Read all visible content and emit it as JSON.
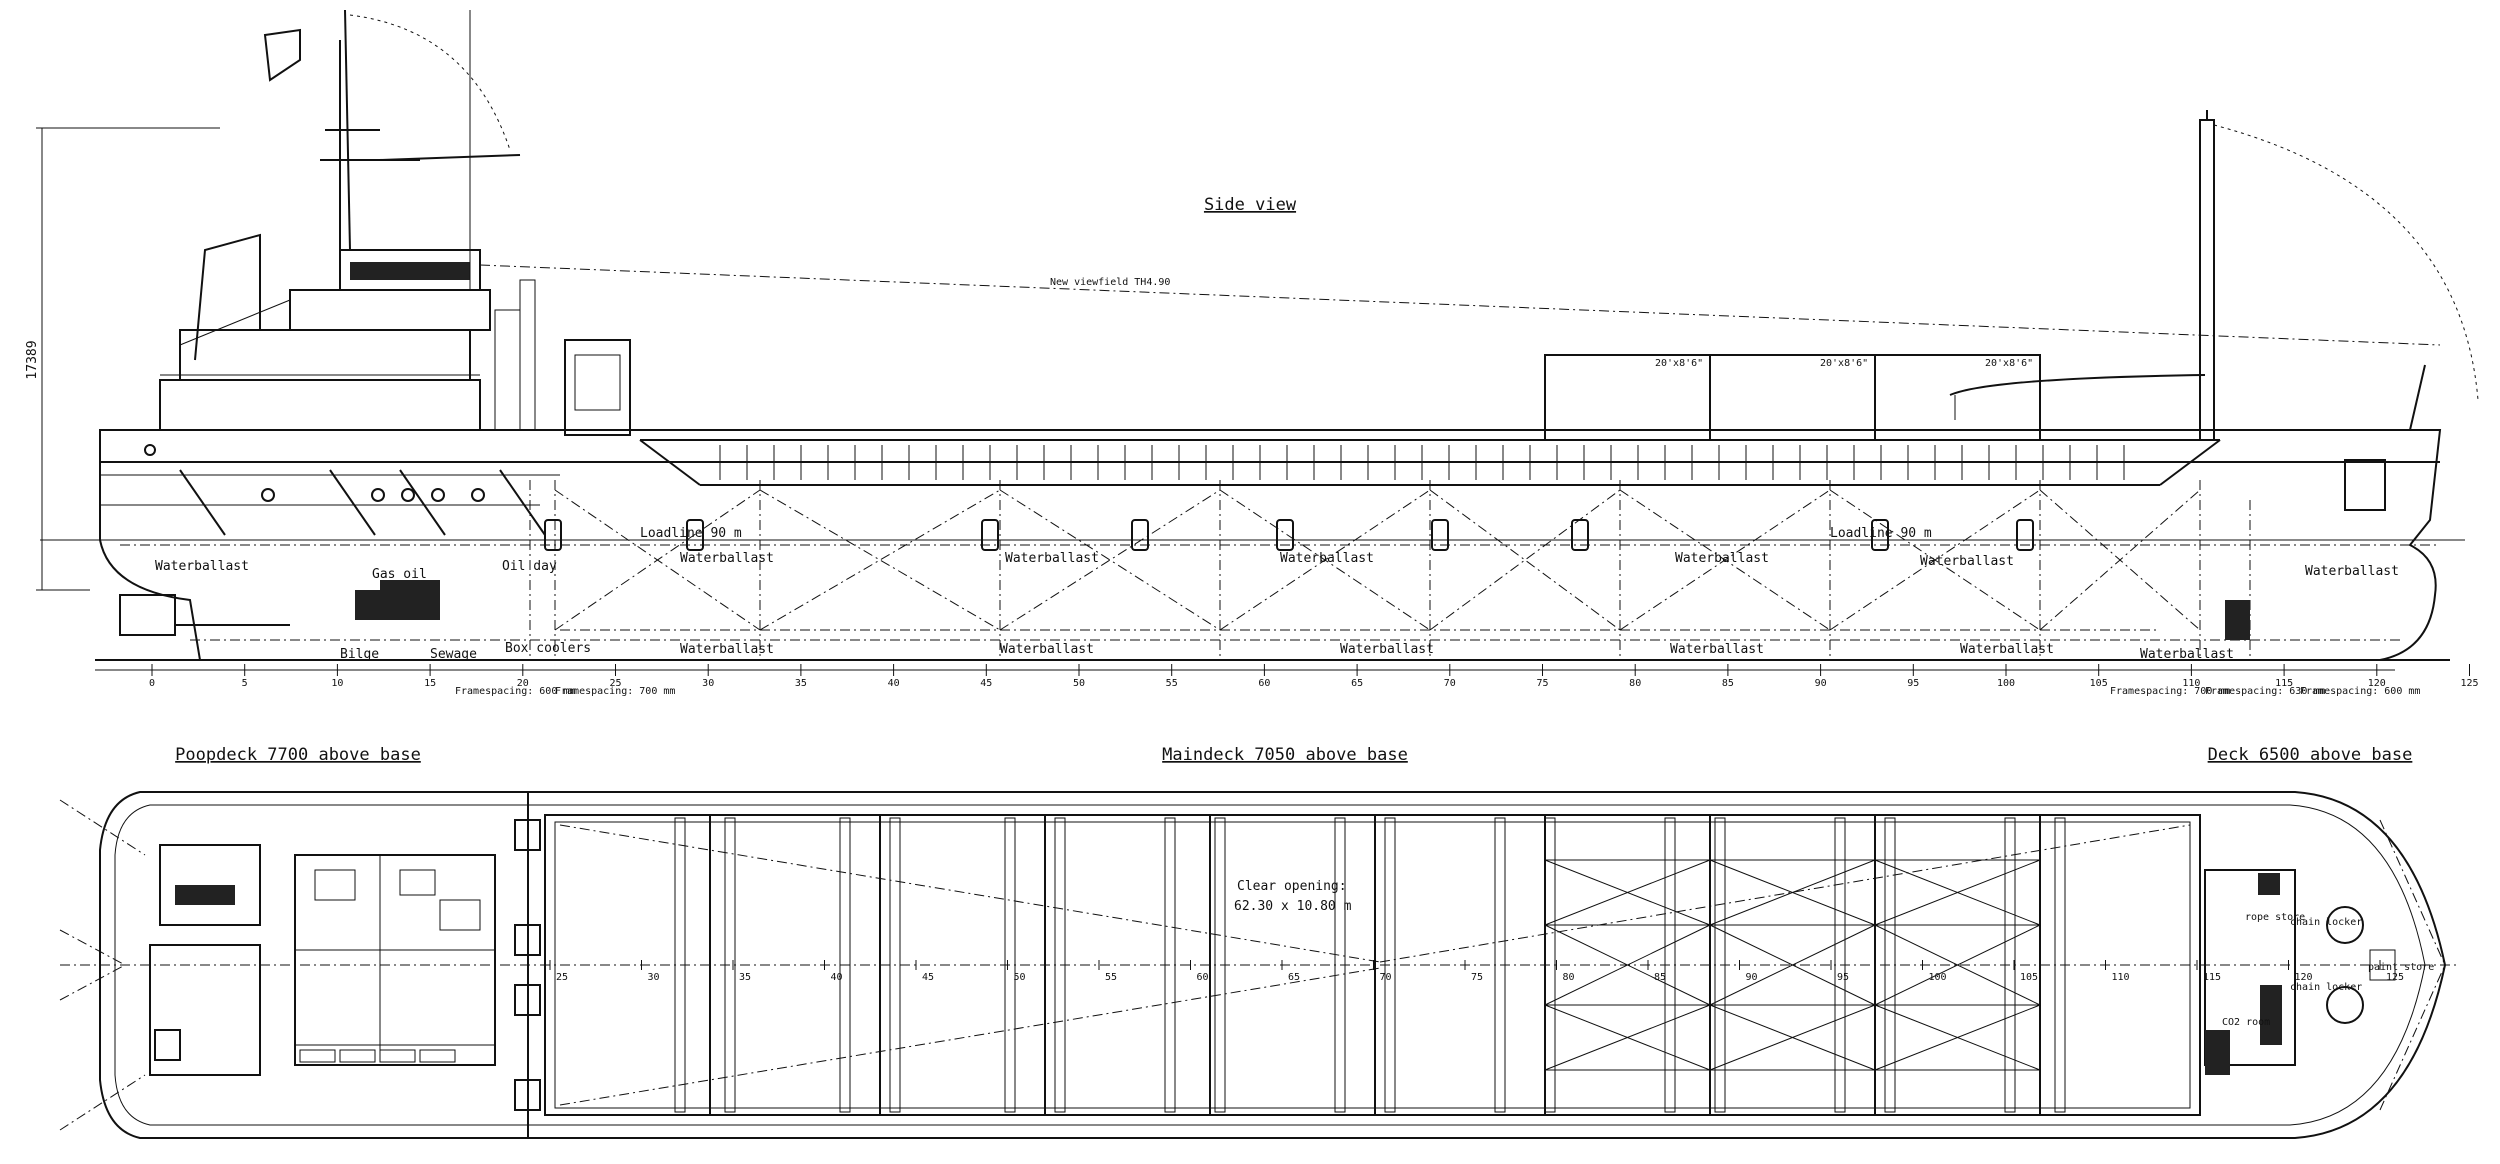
{
  "side_view": {
    "title": "Side view",
    "height_dim": "17389",
    "viewfield": "New viewfield TH4.90",
    "load_lines": [
      "Loadline 90 m",
      "Loadline 90 m"
    ],
    "containers": [
      "20'x8'6\"",
      "20'x8'6\"",
      "20'x8'6\""
    ],
    "tank_labels_upper": [
      "Waterballast",
      "Gas oil",
      "Oil day",
      "Waterballast",
      "Waterballast",
      "Waterballast",
      "Waterballast",
      "Waterballast",
      "Waterballast"
    ],
    "tank_labels_lower": [
      "Bilge",
      "Sewage",
      "Box coolers",
      "Waterballast",
      "Waterballast",
      "Waterballast",
      "Waterballast",
      "Waterballast",
      "Waterballast"
    ],
    "frame_numbers": [
      "0",
      "5",
      "10",
      "15",
      "20",
      "25",
      "30",
      "35",
      "40",
      "45",
      "50",
      "55",
      "60",
      "65",
      "70",
      "75",
      "80",
      "85",
      "90",
      "95",
      "100",
      "105",
      "110",
      "115",
      "120",
      "125"
    ],
    "frame_spacing": [
      "Framespacing: 600 mm",
      "Framespacing: 700 mm",
      "Framespacing: 700 mm",
      "Framespacing: 630 mm",
      "Framespacing: 600 mm"
    ]
  },
  "plan": {
    "poop_title": "Poopdeck 7700 above base",
    "main_title": "Maindeck 7050 above base",
    "fore_title": "Deck 6500 above base",
    "clear_opening_label": "Clear opening:",
    "clear_opening_value": "62.30 x 10.80 m",
    "frame_numbers": [
      "25",
      "30",
      "35",
      "40",
      "45",
      "50",
      "55",
      "60",
      "65",
      "70",
      "75",
      "80",
      "85",
      "90",
      "95",
      "100",
      "105",
      "110",
      "115",
      "120",
      "125"
    ],
    "fore_rooms": [
      "rope store",
      "chain locker",
      "paint store",
      "chain locker",
      "CO2 room"
    ]
  }
}
